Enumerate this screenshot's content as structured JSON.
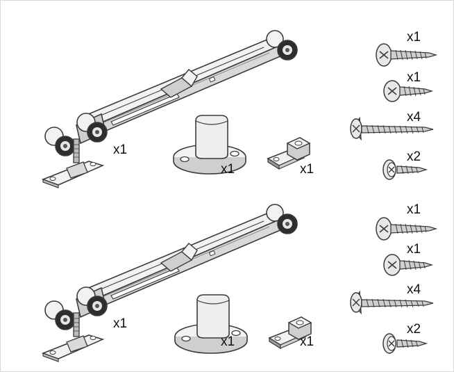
{
  "kits": [
    {
      "quantities": {
        "roller_assembly": "x1",
        "floor_guide": "x1",
        "door_stop": "x1",
        "screw_pan_large": "x1",
        "screw_round": "x1",
        "screw_countersunk_long": "x4",
        "screw_washer_head": "x2"
      }
    },
    {
      "quantities": {
        "roller_assembly": "x1",
        "floor_guide": "x1",
        "door_stop": "x1",
        "screw_pan_large": "x1",
        "screw_round": "x1",
        "screw_countersunk_long": "x4",
        "screw_washer_head": "x2"
      }
    }
  ],
  "colors": {
    "outline": "#3a3a3a",
    "fill_light": "#f2f2f2",
    "fill_mid": "#cfcfcf",
    "fill_dark": "#9a9a9a",
    "wheel": "#2e2e2e"
  },
  "icons": [
    "roller-assembly-icon",
    "floor-guide-icon",
    "door-stop-icon",
    "pan-head-screw-icon",
    "round-head-screw-icon",
    "countersunk-screw-icon",
    "washer-head-screw-icon"
  ]
}
